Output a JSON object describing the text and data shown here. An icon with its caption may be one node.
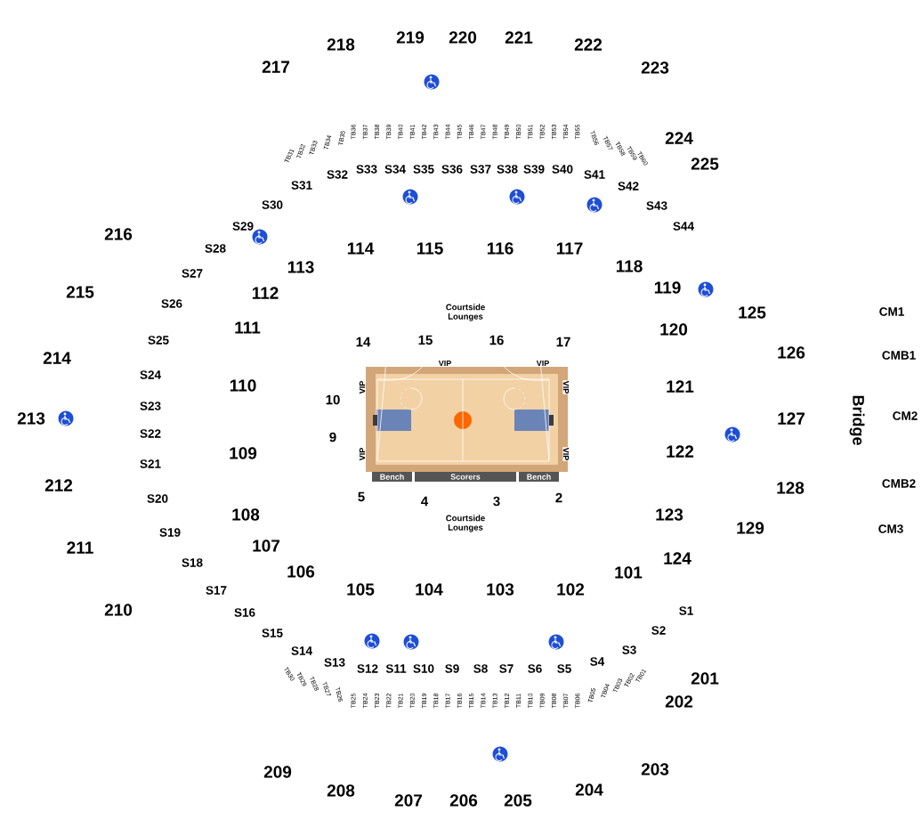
{
  "diagram": {
    "nodes": [
      {
        "text": [
          "Bench"
        ]
      },
      {
        "text": [
          "Scorers"
        ]
      },
      {
        "text": [
          "Bench"
        ]
      }
    ],
    "labels": [
      "217",
      "218",
      "219",
      "220",
      "221",
      "222",
      "223",
      "224",
      "225",
      "TB31",
      "TB32",
      "TB33",
      "TB34",
      "TB35",
      "TB36",
      "TB37",
      "TB38",
      "TB39",
      "TB40",
      "TB41",
      "TB42",
      "TB43",
      "TB44",
      "TB45",
      "TB46",
      "TB47",
      "TB48",
      "TB49",
      "TB50",
      "TB51",
      "TB52",
      "TB53",
      "TB54",
      "TB55",
      "TB56",
      "TB57",
      "TB58",
      "TB59",
      "TB60",
      "S29",
      "S30",
      "S31",
      "S32",
      "S33",
      "S34",
      "S35",
      "S36",
      "S37",
      "S38",
      "S39",
      "S40",
      "S41",
      "S42",
      "S43",
      "S44",
      "216",
      "215",
      "214",
      "213",
      "212",
      "211",
      "210",
      "113",
      "114",
      "115",
      "116",
      "117",
      "118",
      "119",
      "125",
      "S28",
      "S27",
      "S26",
      "S25",
      "S24",
      "S23",
      "S22",
      "S21",
      "S20",
      "S19",
      "S18",
      "S17",
      "S16",
      "S15",
      "112",
      "111",
      "110",
      "109",
      "108",
      "107",
      "Courtside Lounges",
      "14",
      "15",
      "16",
      "17",
      "VIP",
      "VIP",
      "VIP",
      "VIP",
      "10",
      "9",
      "VIP",
      "VIP",
      "5",
      "4",
      "3",
      "2",
      "Courtside Lounges",
      "120",
      "121",
      "122",
      "123",
      "124",
      "126",
      "127",
      "128",
      "129",
      "CM1",
      "CMB1",
      "Bridge",
      "CM2",
      "CMB2",
      "CM3",
      "106",
      "105",
      "104",
      "103",
      "102",
      "101",
      "S14",
      "S13",
      "S12",
      "S11",
      "S10",
      "S9",
      "S8",
      "S7",
      "S6",
      "S5",
      "S4",
      "S3",
      "S2",
      "S1",
      "TB30",
      "TB29",
      "TB28",
      "TB27",
      "TB26",
      "TB25",
      "TB24",
      "TB23",
      "TB22",
      "TB21",
      "TB20",
      "TB19",
      "TB18",
      "TB17",
      "TB16",
      "TB15",
      "TB14",
      "TB13",
      "TB12",
      "TB11",
      "TB10",
      "TB09",
      "TB08",
      "TB07",
      "TB06",
      "TB05",
      "TB04",
      "TB03",
      "TB02",
      "TB01",
      "209",
      "208",
      "207",
      "206",
      "205",
      "204",
      "203",
      "202",
      "201"
    ]
  }
}
